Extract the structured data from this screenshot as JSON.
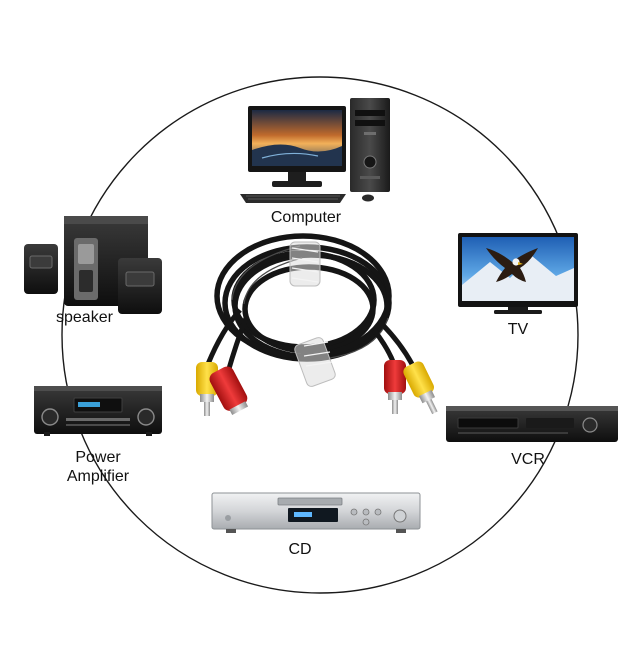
{
  "devices": {
    "computer": {
      "label": "Computer"
    },
    "tv": {
      "label": "TV"
    },
    "speaker": {
      "label": "speaker"
    },
    "power_amplifier": {
      "label_line1": "Power",
      "label_line2": "Amplifier"
    },
    "vcr": {
      "label": "VCR"
    },
    "cd": {
      "label": "CD"
    }
  },
  "center_item": {
    "icon": "rca-av-cable-icon"
  },
  "colors": {
    "ring": "#1a1a1a",
    "cable": "#151515",
    "plug_yellow": "#f2c812",
    "plug_red": "#d81e1e",
    "metal": "#c9c9c9",
    "device_dark": "#1c1c1c",
    "device_silver": "#d8dadc",
    "tv_screen_sky": "#3f8ed8"
  }
}
